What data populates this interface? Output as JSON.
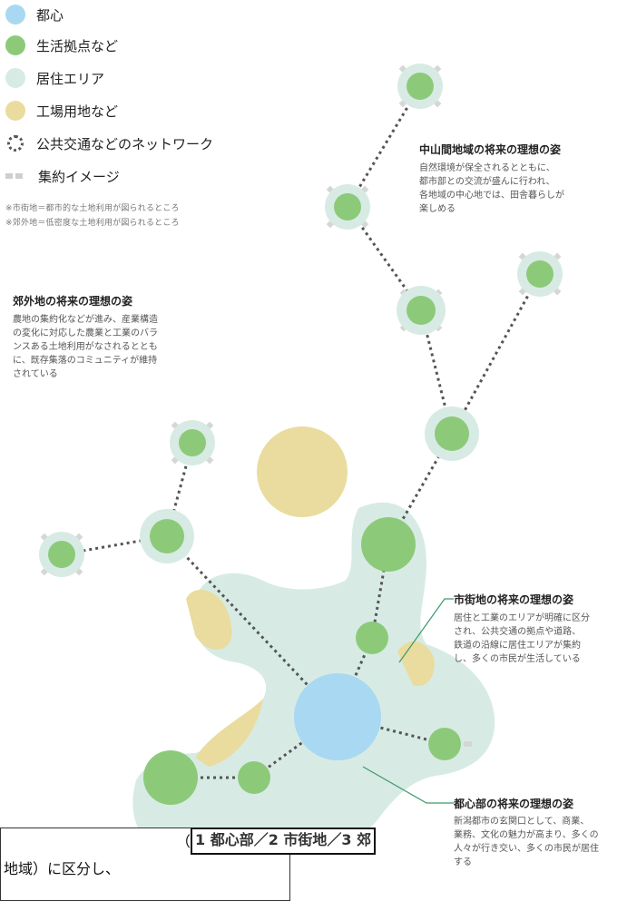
{
  "colors": {
    "urban_core": "#a9d8f3",
    "life_hub": "#8cca7a",
    "residential": "#d7ebe4",
    "industrial": "#e9dc9e",
    "network_dots": "#555555",
    "arrows": "#d6d6d6"
  },
  "legend": [
    {
      "swatch": "urban_core",
      "label": "都心"
    },
    {
      "swatch": "life_hub",
      "label": "生活拠点など"
    },
    {
      "swatch": "residential",
      "label": "居住エリア"
    },
    {
      "swatch": "industrial",
      "label": "工場用地など"
    },
    {
      "swatch": "network_dots",
      "label": "公共交通などのネットワーク"
    },
    {
      "swatch": "arrows",
      "label": "集約イメージ"
    }
  ],
  "legend_notes": [
    "※市街地＝都市的な土地利用が図られるところ",
    "※郊外地＝低密度な土地利用が図られるところ"
  ],
  "sections": {
    "mountain": {
      "title": "中山間地域の将来の理想の姿",
      "body": "自然環境が保全されるとともに、\n都市部との交流が盛んに行われ、\n各地域の中心地では、田舎暮らしが\n楽しめる"
    },
    "suburb": {
      "title": "郊外地の将来の理想の姿",
      "body": "農地の集約化などが進み、産業構造\nの変化に対応した農業と工業のバラ\nンスある土地利用がなされるととも\nに、既存集落のコミュニティが維持\nされている"
    },
    "city": {
      "title": "市街地の将来の理想の姿",
      "body": "居住と工業のエリアが明確に区分\nされ、公共交通の拠点や道路、\n鉄道の沿線に居住エリアが集約\nし、多くの市民が生活している"
    },
    "core": {
      "title": "都心部の将来の理想の姿",
      "body": "新潟都市の玄関口として、商業、\n業務、文化の魅力が高まり、多くの\n人々が行き交い、多くの市民が居住\nする"
    }
  },
  "callout": {
    "prefix": "（",
    "boxed": "1 都心部／2 市街地／3 郊",
    "line2": "地域）に区分し、"
  }
}
